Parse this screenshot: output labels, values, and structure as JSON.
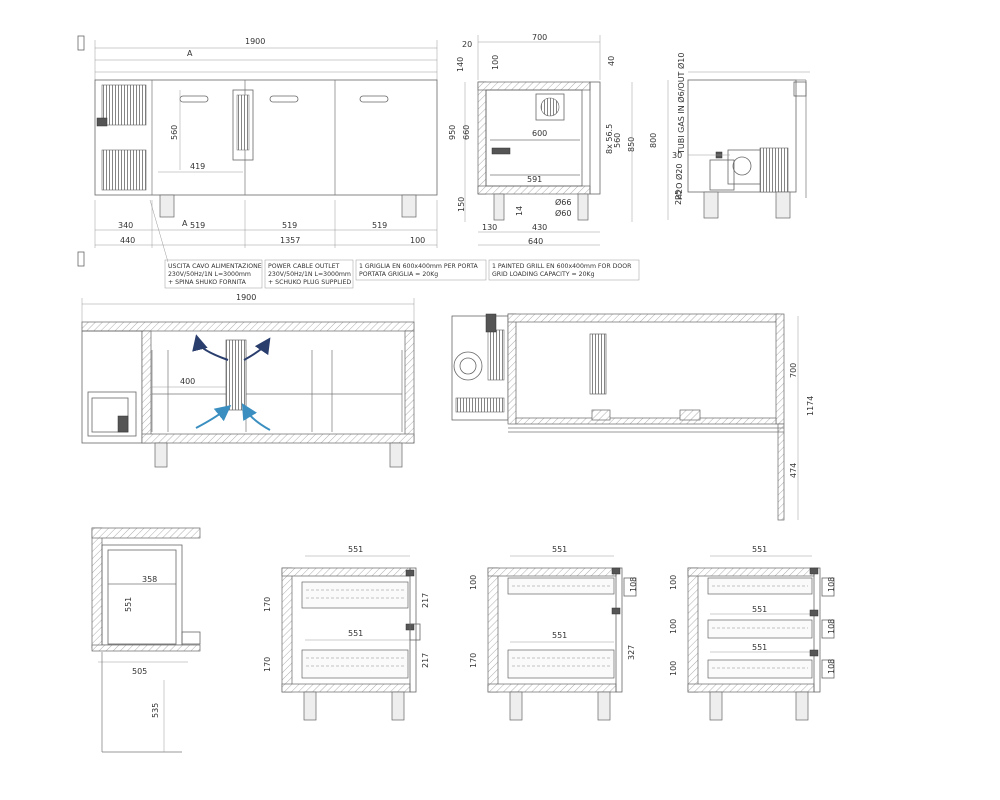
{
  "front_view": {
    "total_width": "1900",
    "shelf_width": "419",
    "shelf_height": "560",
    "left_offset": "340",
    "door_width_1": "519",
    "door_width_2": "519",
    "door_width_3": "519",
    "base_left": "440",
    "base_span": "1357",
    "base_right": "100",
    "section_mark_a": "A"
  },
  "side_view": {
    "depth": "700",
    "top_offset": "20",
    "top_right": "100",
    "top_height": "140",
    "right_top": "40",
    "height_total": "950",
    "inner_height": "660",
    "bottom": "150",
    "shelf_depth": "600",
    "inner_bottom_width": "591",
    "step": "8x 56.5",
    "grid_height": "560",
    "body_height": "850",
    "dia_66": "Ø66",
    "dia_60": "Ø60",
    "foot_left": "130",
    "foot_span": "430",
    "leg_14": "14",
    "base_depth": "640"
  },
  "rear_view": {
    "height_800": "800",
    "gas_label": "TUBI GAS IN Ø6/OUT Ø10",
    "dim_30": "30",
    "h2o_label": "H2O Ø20",
    "dim_225": "225"
  },
  "notes": {
    "cable_it_1": "USCITA CAVO ALIMENTAZIONE",
    "cable_it_2": "230V/50Hz/1N L=3000mm",
    "cable_it_3": "+ SPINA SHUKO FORNITA",
    "cable_en_1": "POWER CABLE OUTLET",
    "cable_en_2": "230V/50Hz/1N L=3000mm",
    "cable_en_3": "+ SCHUKO PLUG SUPPLIED",
    "grill_it_1": "1 GRIGLIA EN 600x400mm PER PORTA",
    "grill_it_2": "PORTATA GRIGLIA = 20Kg",
    "grill_en_1": "1 PAINTED GRILL EN 600x400mm FOR DOOR",
    "grill_en_2": "GRID LOADING CAPACITY = 20Kg"
  },
  "section_front": {
    "total_width": "1900",
    "shelf_400": "400"
  },
  "section_side": {
    "depth_700": "700",
    "height_1174": "1174",
    "leg_474": "474"
  },
  "plan_view": {
    "inner_358": "358",
    "inner_551": "551",
    "width_505": "505",
    "depth_535": "535"
  },
  "drawer_2": {
    "top_551": "551",
    "mid_551": "551",
    "h_170_top": "170",
    "h_170_bottom": "170",
    "d_217_top": "217",
    "d_217_bottom": "217"
  },
  "drawer_mixed": {
    "top_551": "551",
    "mid_551": "551",
    "h_100": "100",
    "h_170": "170",
    "d_108": "108",
    "d_327": "327"
  },
  "drawer_3": {
    "top_551": "551",
    "mid_551": "551",
    "bot_551": "551",
    "h_100_a": "100",
    "h_100_b": "100",
    "h_100_c": "100",
    "d_108_a": "108",
    "d_108_b": "108",
    "d_108_c": "108"
  },
  "colors": {
    "airflow_dark": "#2a3e6e",
    "airflow_light": "#3a8fc0",
    "line": "#666666"
  }
}
